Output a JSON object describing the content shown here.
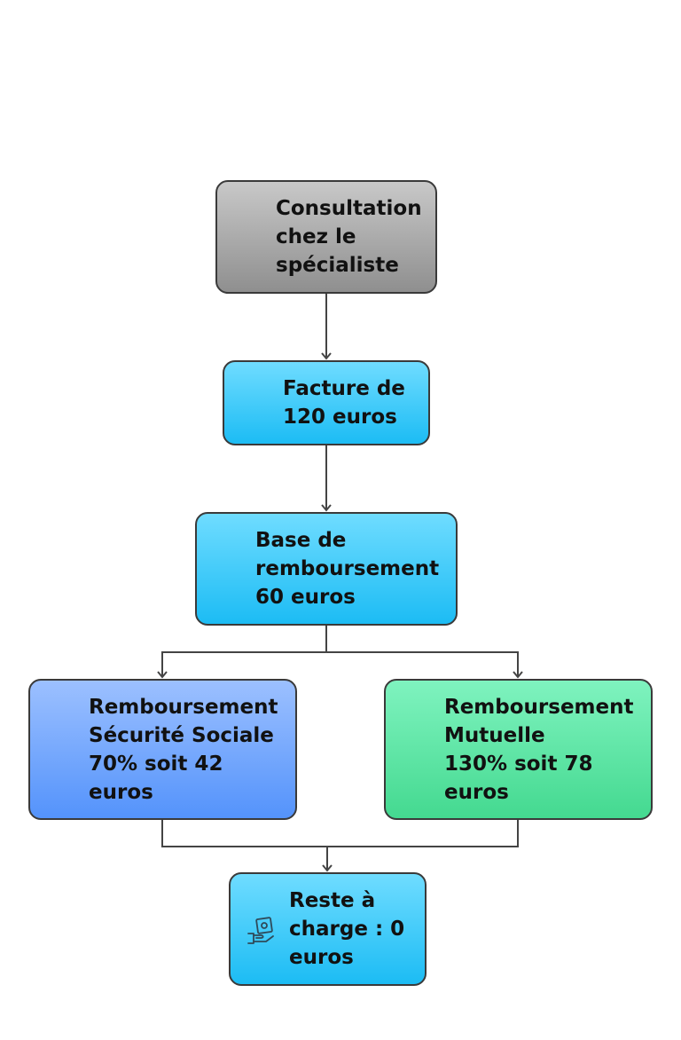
{
  "nodes": {
    "consultation": "Consultation\nchez le\nspécialiste",
    "facture": "Facture de\n120 euros",
    "base": "Base de\nremboursement\n60 euros",
    "securite_sociale": "Remboursement\nSécurité Sociale\n70% soit 42\neuros",
    "mutuelle": "Remboursement\nMutuelle\n130% soit 78\neuros",
    "reste": "Reste à\ncharge : 0\neuros"
  },
  "icons": {
    "reste": "hand-money-icon"
  },
  "colors": {
    "grey_node": "#a8a8a8",
    "blue_node": "#3fcaf8",
    "secu_node": "#75a9fd",
    "mutuelle_node": "#5fe6a7",
    "connector": "#444444"
  }
}
